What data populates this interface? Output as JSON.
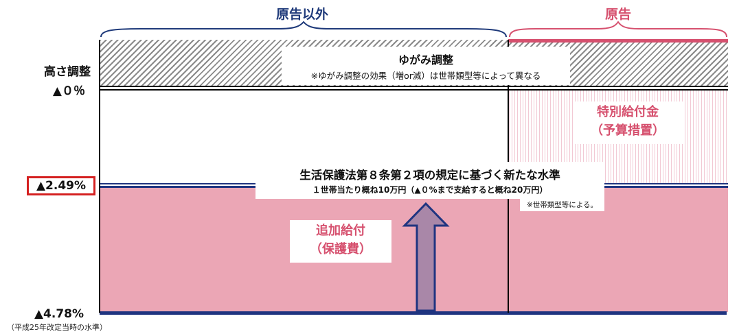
{
  "groups": {
    "non_plaintiff": {
      "label": "原告以外",
      "color": "#1f3a7a"
    },
    "plaintiff": {
      "label": "原告",
      "color": "#d6506e"
    }
  },
  "y_axis": {
    "height_adjust_label": "高さ調整",
    "level_0": "▲０％",
    "level_249": "▲2.49%",
    "level_249_highlight_color": "#d42020",
    "level_478": "▲4.78%",
    "level_478_note": "（平成25年改定当時の水準）"
  },
  "distortion_box": {
    "title": "ゆがみ調整",
    "note": "※ゆがみ調整の効果（増or減）は世帯類型等によって異なる"
  },
  "special_payment_box": {
    "line1": "特別給付金",
    "line2": "（予算措置）",
    "color": "#d6506e"
  },
  "new_standard_box": {
    "title": "生活保護法第８条第２項の規定に基づく新たな水準",
    "subtitle": "１世帯当たり概ね10万円（▲０%まで支給すると概ね20万円）",
    "footnote": "※世帯類型等による。"
  },
  "additional_payment_box": {
    "line1": "追加給付",
    "line2": "（保護費）",
    "color": "#d6506e"
  },
  "colors": {
    "pink_fill": "#eba6b5",
    "navy_line": "#1f3480",
    "arrow_fill": "#a987a8",
    "hatch": "#8a8a8a"
  }
}
